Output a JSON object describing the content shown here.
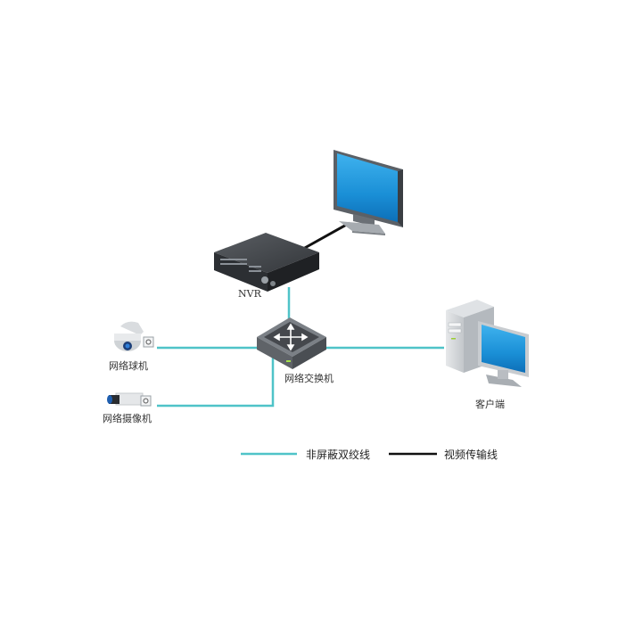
{
  "diagram": {
    "nodes": {
      "monitor": {
        "label": "",
        "icon": "monitor-icon"
      },
      "nvr": {
        "label": "NVR",
        "icon": "nvr-icon"
      },
      "switch": {
        "label": "网络交换机",
        "icon": "network-switch-icon"
      },
      "dome_camera": {
        "label": "网络球机",
        "icon": "dome-camera-icon"
      },
      "box_camera": {
        "label": "网络摄像机",
        "icon": "box-camera-icon"
      },
      "client": {
        "label": "客户端",
        "icon": "desktop-computer-icon"
      }
    },
    "connections": [
      {
        "from": "nvr",
        "to": "monitor",
        "type": "video"
      },
      {
        "from": "nvr",
        "to": "switch",
        "type": "utp"
      },
      {
        "from": "dome_camera",
        "to": "switch",
        "type": "utp"
      },
      {
        "from": "box_camera",
        "to": "switch",
        "type": "utp"
      },
      {
        "from": "switch",
        "to": "client",
        "type": "utp"
      }
    ],
    "legend": [
      {
        "type": "utp",
        "label": "非屏蔽双绞线",
        "color": "#4fc3c8"
      },
      {
        "type": "video",
        "label": "视频传输线",
        "color": "#111111"
      }
    ]
  },
  "colors": {
    "utp_line": "#4fc3c8",
    "video_line": "#111111",
    "screen_blue": "#1a8fd6",
    "device_dark": "#3c3f44"
  }
}
